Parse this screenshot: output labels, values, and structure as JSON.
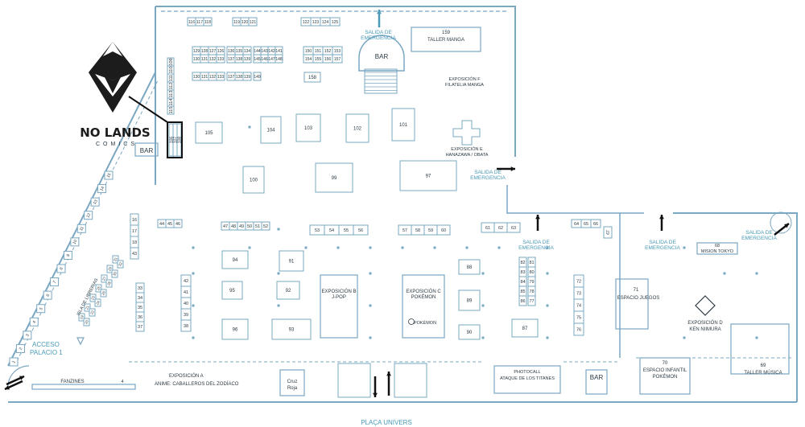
{
  "colors": {
    "wall": "#7aa7c2",
    "text": "#2b3a44",
    "accent": "#4a9ab8",
    "booth_fill": "#ffffff",
    "arrow": "#111111"
  },
  "labels": {
    "salida": "SALIDA DE",
    "emergencia": "EMERGENCIA",
    "acceso": "ACCESO",
    "palacio": "PALACIO 1",
    "placa": "PLAÇA UNIVERS",
    "bar": "BAR",
    "fanzines": "FANZINES",
    "isla": "ISLA DE LIBRERIAS",
    "cruz": "Cruz",
    "roja": "Roja",
    "photocall": "PHOTOCALL",
    "titanes": "ATAQUE DE LOS TITANES",
    "logo_name": "NO LANDS",
    "logo_sub": "COMICS"
  },
  "areas": {
    "taller_manga": {
      "num": "159",
      "name": "TALLER MANGA"
    },
    "expo_f": {
      "line1": "EXPOSICIÓN F",
      "line2": "FILATELIA MANGA"
    },
    "expo_e": {
      "line1": "EXPOSICIÓN E",
      "line2": "HANAZAWA / OBATA"
    },
    "expo_a": {
      "line1": "EXPOSICIÓN A",
      "line2": "ANIME: CABALLEROS DEL ZODÍACO"
    },
    "expo_b": {
      "line1": "EXPOSICIÓN B",
      "line2": "J-POP"
    },
    "expo_c": {
      "line1": "EXPOSICIÓN C",
      "line2": "POKÉMON"
    },
    "expo_d": {
      "line1": "EXPOSICIÓN D",
      "line2": "KEN NIIMURA"
    },
    "pokemon_small": "POKÉMON",
    "juegos": {
      "num": "71",
      "name": "ESPACIO JUEGOS"
    },
    "mision": {
      "num": "68",
      "name": "MISION TOKYO"
    },
    "infantil": {
      "num": "70",
      "line1": "ESPACIO INFANTIL",
      "line2": "POKÉMON"
    },
    "musica": {
      "num": "69",
      "name": "TALLER MÚSICA"
    }
  },
  "booths": {
    "top_row": [
      "116",
      "117",
      "118",
      "119",
      "120",
      "121",
      "122",
      "123",
      "124",
      "125"
    ],
    "col_left": [
      "109",
      "110",
      "111",
      "112",
      "113",
      "114",
      "115"
    ],
    "group_a": [
      "126",
      "127",
      "128",
      "129",
      "130",
      "131",
      "132",
      "133"
    ],
    "group_b": [
      "134",
      "135",
      "136",
      "137",
      "138",
      "139",
      "140"
    ],
    "group_c": [
      "141",
      "142",
      "143",
      "144",
      "145",
      "146",
      "147",
      "148",
      "149"
    ],
    "group_d": [
      "150",
      "151",
      "152",
      "153",
      "154",
      "155",
      "156",
      "157"
    ],
    "nolands_col": [
      "106",
      "107",
      "108"
    ],
    "lone": {
      "b158": "158",
      "b105": "105",
      "b104": "104",
      "b103": "103",
      "b102": "102",
      "b101": "101",
      "b100": "100",
      "b99": "99",
      "b97": "97",
      "b94": "94",
      "b91": "91",
      "b95": "95",
      "b92": "92",
      "b96": "96",
      "b93": "93",
      "b88": "88",
      "b89": "89",
      "b90": "90",
      "b87": "87"
    },
    "row_44": [
      "44",
      "45",
      "46"
    ],
    "row_47": [
      "47",
      "48",
      "49",
      "50",
      "51",
      "52"
    ],
    "row_53": [
      "53",
      "54",
      "55",
      "56"
    ],
    "row_57": [
      "57",
      "58",
      "59",
      "60"
    ],
    "row_61": [
      "61",
      "62",
      "63"
    ],
    "row_64": [
      "64",
      "65",
      "66"
    ],
    "b67": "67",
    "col_16": [
      "16",
      "17",
      "18",
      "43"
    ],
    "col_42": [
      "42",
      "41",
      "40",
      "39",
      "38"
    ],
    "col_33": [
      "33",
      "34",
      "35",
      "36",
      "37"
    ],
    "col_82": [
      "82",
      "83",
      "84",
      "85",
      "86"
    ],
    "col_81": [
      "81",
      "80",
      "79",
      "78",
      "77"
    ],
    "col_72": [
      "72",
      "73",
      "74",
      "75",
      "76"
    ],
    "diag": [
      "1",
      "2",
      "3",
      "4",
      "5",
      "6",
      "7",
      "8",
      "9",
      "10",
      "11",
      "12",
      "13",
      "14",
      "15"
    ],
    "isla": [
      "19",
      "20",
      "21",
      "22",
      "23",
      "24",
      "25",
      "26",
      "27",
      "28",
      "29",
      "30",
      "31",
      "32"
    ],
    "fanzine_num": "4"
  }
}
